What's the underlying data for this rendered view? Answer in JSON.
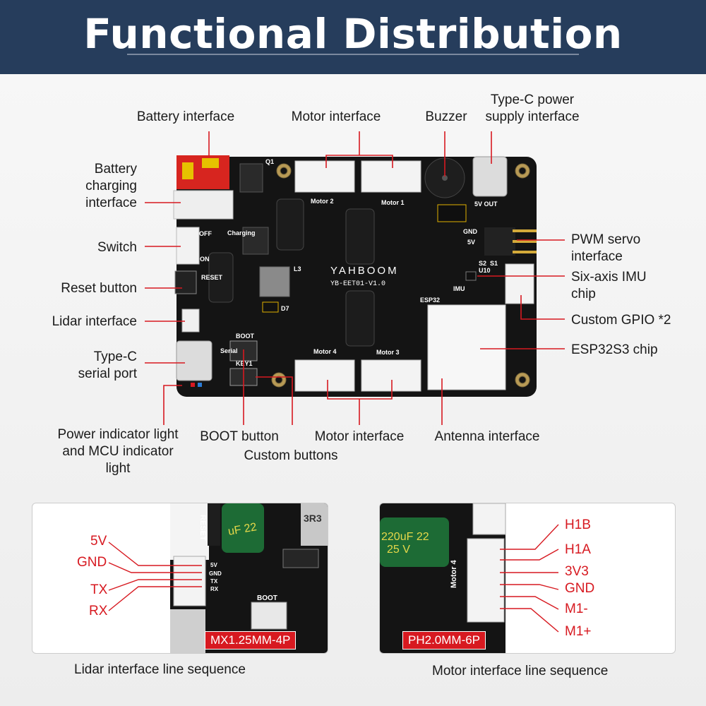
{
  "title": "Functional Distribution",
  "labels": {
    "battery_interface": "Battery interface",
    "motor_interface_top": "Motor interface",
    "buzzer": "Buzzer",
    "typec_power_1": "Type-C power",
    "typec_power_2": "supply interface",
    "battery_charging_1": "Battery",
    "battery_charging_2": "charging",
    "battery_charging_3": "interface",
    "switch": "Switch",
    "reset_button": "Reset button",
    "lidar_interface": "Lidar interface",
    "typec_serial_1": "Type-C",
    "typec_serial_2": "serial port",
    "pwm_servo_1": "PWM servo",
    "pwm_servo_2": "interface",
    "imu_1": "Six-axis IMU",
    "imu_2": "chip",
    "custom_gpio": "Custom GPIO *2",
    "esp32_chip": "ESP32S3 chip",
    "power_indicator_1": "Power indicator light",
    "power_indicator_2": "and MCU indicator",
    "power_indicator_3": "light",
    "boot_button": "BOOT button",
    "custom_buttons": "Custom buttons",
    "motor_interface_bottom": "Motor interface",
    "antenna_interface": "Antenna interface"
  },
  "board": {
    "brand": "YAHBOOM",
    "model": "YB-EET01-V1.0",
    "silkscreen": {
      "motor1": "Motor 1",
      "motor2": "Motor 2",
      "motor3": "Motor 3",
      "motor4": "Motor 4",
      "five_v_out": "5V OUT",
      "charging": "Charging",
      "off": "OFF",
      "on": "ON",
      "reset": "RESET",
      "boot": "BOOT",
      "key1": "KEY1",
      "serial": "Serial",
      "esp32": "ESP32",
      "imu": "IMU",
      "gnd": "GND",
      "five_v": "5V",
      "s2": "S2",
      "s1": "S1",
      "l3": "L3",
      "q1": "Q1",
      "d7": "D7",
      "u10": "U10"
    }
  },
  "lidar_panel": {
    "pins": [
      "5V",
      "GND",
      "TX",
      "RX"
    ],
    "connector_tag": "MX1.25MM-4P",
    "caption": "Lidar interface line sequence",
    "silk": {
      "reset": "RESET",
      "boot": "BOOT",
      "cap": "uF 22",
      "inductor": "3R3"
    }
  },
  "motor_panel": {
    "pins": [
      "H1B",
      "H1A",
      "3V3",
      "GND",
      "M1-",
      "M1+"
    ],
    "connector_tag": "PH2.0MM-6P",
    "caption": "Motor interface line sequence",
    "silk": {
      "cap": "220uF 22",
      "cap2": "25 V",
      "motor4": "Motor 4"
    }
  },
  "colors": {
    "header": "#263d5c",
    "accent_red": "#d71920",
    "pcb": "#141414"
  }
}
